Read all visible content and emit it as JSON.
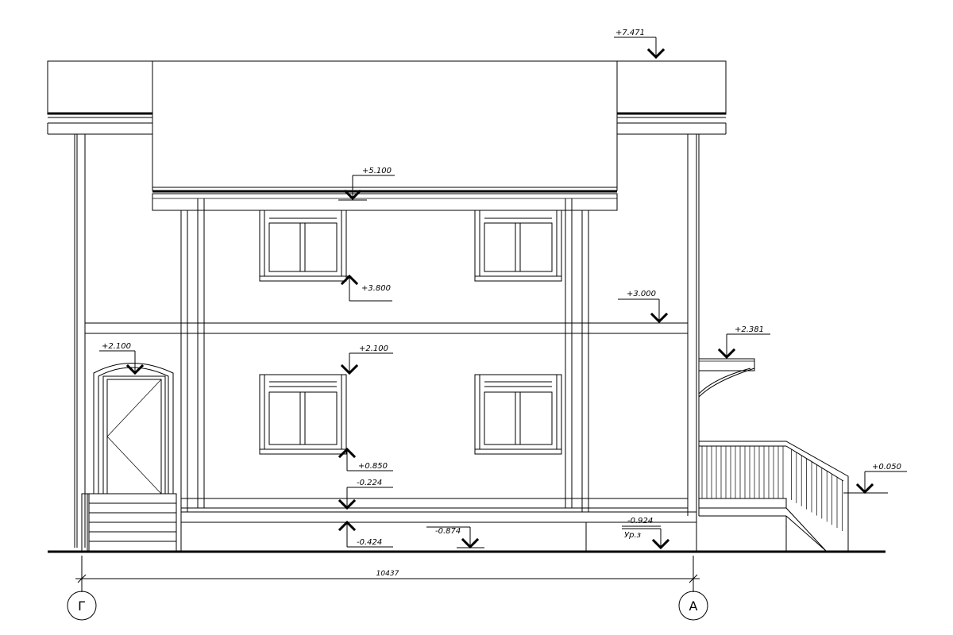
{
  "elevations": {
    "roof_top": "+7.471",
    "eaves": "+5.100",
    "window2_sill": "+3.800",
    "floor2": "+3.000",
    "canopy": "+2.381",
    "door_top": "+2.100",
    "window1_top": "+2.100",
    "window1_sill": "+0.850",
    "terrace": "+0.050",
    "porch": "-0.224",
    "plinth_bottom": "-0.424",
    "ground_mid": "-0.874",
    "ground_right": "-0.924",
    "ground_label": "Ур.з"
  },
  "dimensions": {
    "overall_width": "10437"
  },
  "axes": {
    "left": "Г",
    "right": "А"
  }
}
